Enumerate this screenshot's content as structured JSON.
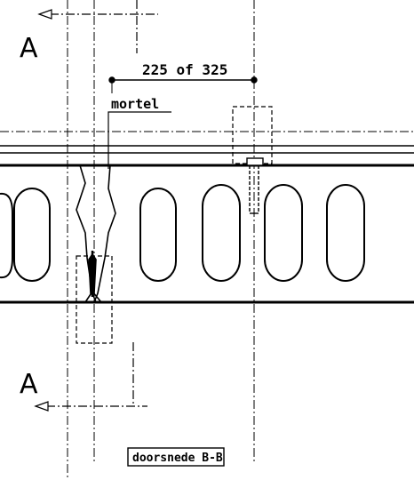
{
  "drawing": {
    "section_letter_top": "A",
    "section_letter_bottom": "A",
    "dimension_label": "225 of 325",
    "mortar_label": "mortel",
    "caption": "doorsnede B-B"
  },
  "colors": {
    "line": "#000000",
    "background": "#ffffff"
  }
}
